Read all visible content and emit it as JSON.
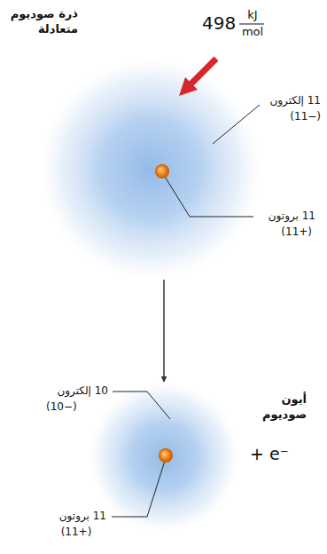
{
  "diagram": {
    "nodes": [
      {
        "text": [
          "ذرة صوديوم متعادلة"
        ]
      },
      {
        "text": [
          "أيون صوديوم"
        ]
      }
    ],
    "edges": [
      {
        "from": 0,
        "to": 1,
        "arrow": "to"
      }
    ],
    "labels": [
      "498",
      "kJ",
      "mol",
      "11 إلكترون",
      "(11−)",
      "11 بروتون",
      "(11+)",
      "10 إلكترون",
      "(10−)",
      "11 بروتون",
      "(11+)",
      "+ e⁻"
    ]
  }
}
